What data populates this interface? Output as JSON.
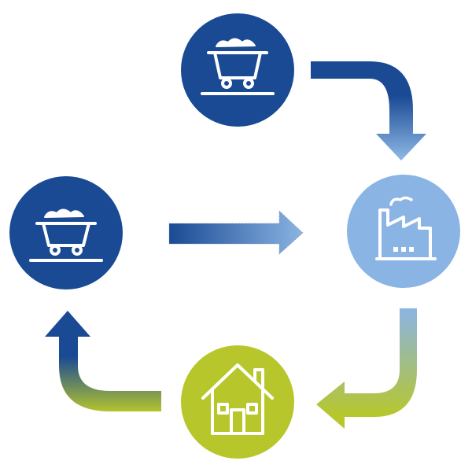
{
  "colors": {
    "dark_blue": "#1a4a94",
    "light_blue": "#8ab4e3",
    "lime_green": "#b7c72b",
    "icon_line": "#ffffff"
  },
  "nodes": [
    {
      "id": "top",
      "icon": "mine-cart-icon",
      "fill": "#1a4a94"
    },
    {
      "id": "left",
      "icon": "mine-cart-icon",
      "fill": "#1a4a94"
    },
    {
      "id": "right",
      "icon": "factory-icon",
      "fill": "#8ab4e3"
    },
    {
      "id": "bottom",
      "icon": "house-icon",
      "fill": "#b7c72b"
    }
  ],
  "arrows": [
    {
      "id": "top-to-factory",
      "from": "#1a4a94",
      "to": "#8ab4e3"
    },
    {
      "id": "left-to-factory",
      "from": "#1a4a94",
      "to": "#8ab4e3"
    },
    {
      "id": "factory-to-house",
      "from": "#8ab4e3",
      "to": "#b7c72b"
    },
    {
      "id": "house-to-left",
      "from": "#b7c72b",
      "to": "#1a4a94"
    }
  ]
}
